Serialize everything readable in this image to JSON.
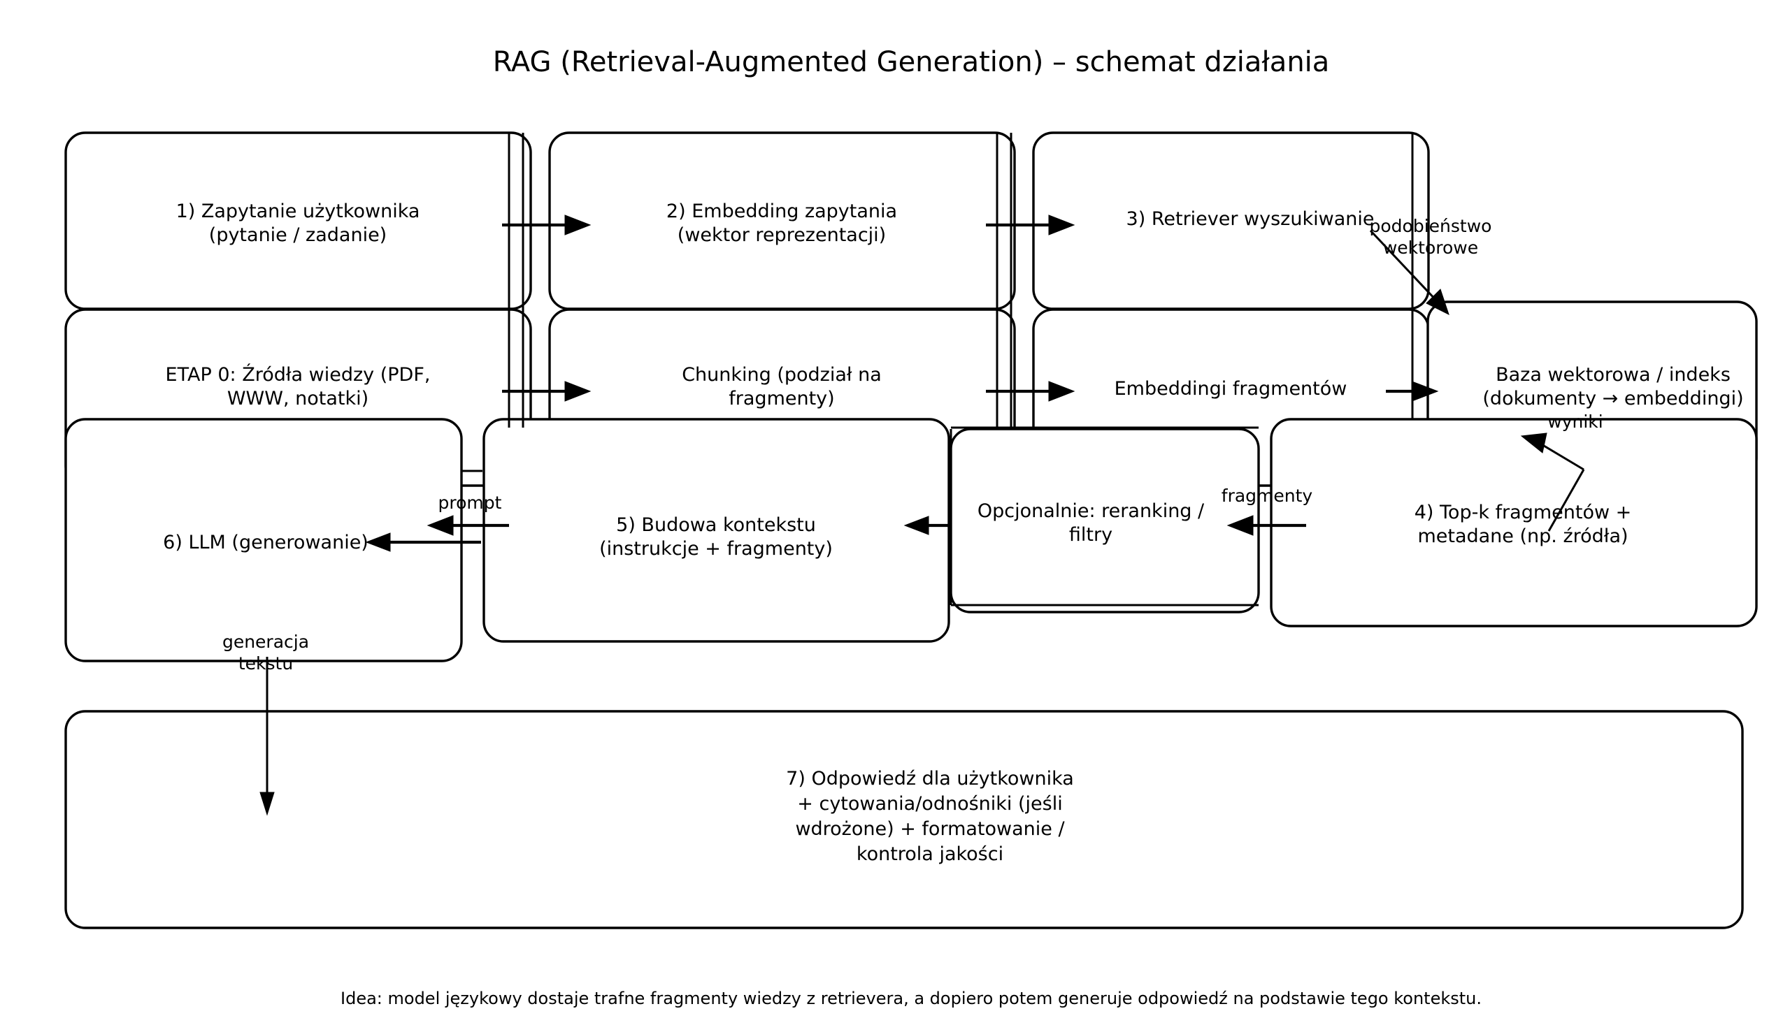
{
  "diagram": {
    "title": "RAG (Retrieval-Augmented Generation) – schemat działania",
    "caption": "Idea: model językowy dostaje trafne fragmenty wiedzy z retrievera, a dopiero potem generuje odpowiedź na podstawie tego kontekstu.",
    "background_color": "#ffffff",
    "stroke_color": "#000000",
    "nodes": [
      {
        "id": "query",
        "lines": [
          "1) Zapytanie użytkownika",
          "(pytanie / zadanie)"
        ]
      },
      {
        "id": "query-embedding",
        "lines": [
          "2) Embedding zapytania",
          "(wektor reprezentacji)"
        ]
      },
      {
        "id": "retriever",
        "lines": [
          "3) Retriever wyszukiwanie"
        ]
      },
      {
        "id": "knowledge-sources",
        "lines": [
          "ETAP 0: Źródła wiedzy (PDF,",
          "WWW, notatki)"
        ]
      },
      {
        "id": "chunking",
        "lines": [
          "Chunking (podział na",
          "fragmenty)"
        ]
      },
      {
        "id": "chunk-embeddings",
        "lines": [
          "Embeddingi fragmentów"
        ]
      },
      {
        "id": "vector-db",
        "lines": [
          "Baza wektorowa / indeks",
          "(dokumenty → embeddingi)"
        ]
      },
      {
        "id": "llm",
        "lines": [
          "6) LLM (generowanie)"
        ]
      },
      {
        "id": "context-build",
        "lines": [
          "5) Budowa kontekstu",
          "(instrukcje + fragmenty)"
        ]
      },
      {
        "id": "reranking",
        "lines": [
          "Opcjonalnie: reranking /",
          "filtry"
        ]
      },
      {
        "id": "topk",
        "lines": [
          "4) Top-k fragmentów +",
          "metadane (np. źródła)"
        ]
      },
      {
        "id": "answer",
        "lines": [
          "7) Odpowiedź dla użytkownika",
          "+ cytowania/odnośniki (jeśli",
          "wdrożone) + formatowanie /",
          "kontrola jakości"
        ]
      }
    ],
    "edge_labels": [
      {
        "id": "similarity",
        "lines": [
          "podobieństwo",
          "wektorowe"
        ]
      },
      {
        "id": "results",
        "lines": [
          "wyniki"
        ]
      },
      {
        "id": "fragments",
        "lines": [
          "fragmenty"
        ]
      },
      {
        "id": "prompt",
        "lines": [
          "prompt"
        ]
      },
      {
        "id": "text-generation",
        "lines": [
          "generacja",
          "tekstu"
        ]
      }
    ]
  }
}
